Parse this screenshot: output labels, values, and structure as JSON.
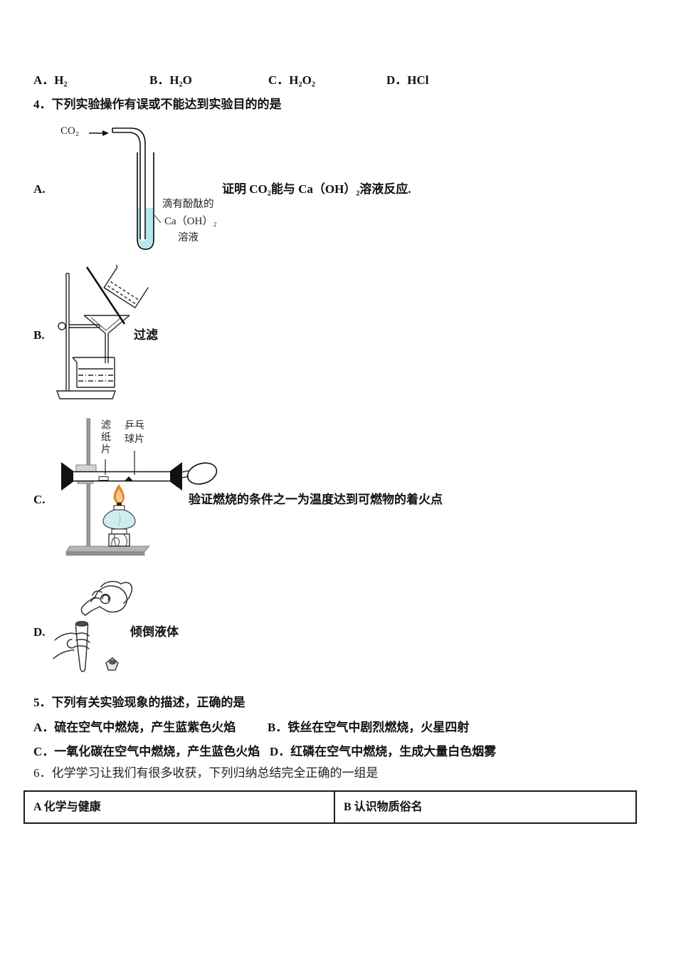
{
  "q3_options": {
    "a": "A．H₂",
    "b": "B．H₂O",
    "c": "C．H₂O₂",
    "d": "D．HCl"
  },
  "q4": {
    "stem": "4．下列实验操作有误或不能达到实验目的的是",
    "a": {
      "label": "A.",
      "caption": "证明 CO₂能与 Ca（OH）₂溶液反应.",
      "gas_label": "CO₂",
      "solution_label_1": "滴有酚酞的",
      "solution_label_2": "Ca（OH）₂",
      "solution_label_3": "溶液"
    },
    "b": {
      "label": "B.",
      "caption": "过滤"
    },
    "c": {
      "label": "C.",
      "caption": "验证燃烧的条件之一为温度达到可燃物的着火点",
      "filter_paper_label": "滤纸片",
      "pingpong_label_1": "乒乓",
      "pingpong_label_2": "球片"
    },
    "d": {
      "label": "D.",
      "caption": "倾倒液体"
    }
  },
  "q5": {
    "stem": "5．下列有关实验现象的描述，正确的是",
    "a": "A．硫在空气中燃烧，产生蓝紫色火焰",
    "b": "B．铁丝在空气中剧烈燃烧，火星四射",
    "c": "C．一氧化碳在空气中燃烧，产生蓝色火焰",
    "d": "D．红磷在空气中燃烧，生成大量白色烟雾"
  },
  "q6": {
    "stem": "6．化学学习让我们有很多收获，下列归纳总结完全正确的一组是",
    "table": {
      "cell_a": "A 化学与健康",
      "cell_b": "B 认识物质俗名"
    }
  },
  "colors": {
    "solution_cyan": "#b5e7eb",
    "lamp_cyan": "#cdeeed",
    "flame_outer": "#e0872e",
    "flame_inner": "#f6c992",
    "stand_gray": "#9c9c9c",
    "base_gray": "#b4b4b4"
  }
}
